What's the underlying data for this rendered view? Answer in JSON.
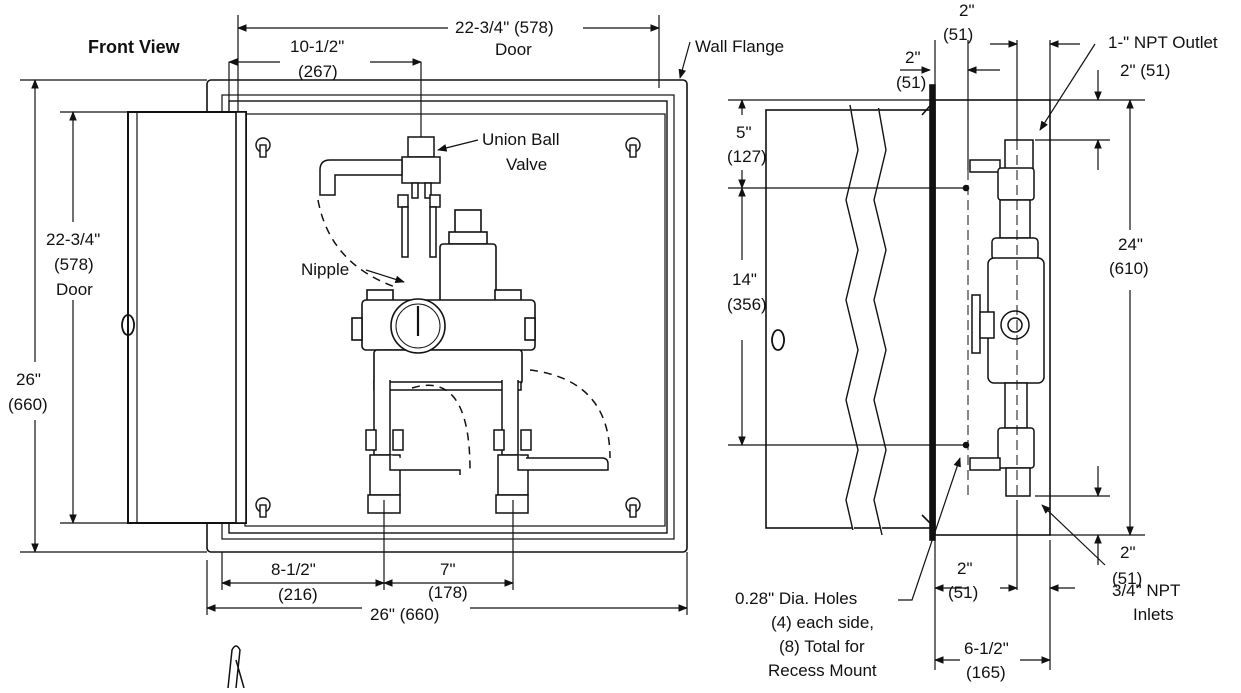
{
  "front_view": {
    "title": "Front View",
    "labels": {
      "door_width": "22-3/4\" (578)",
      "door_word": "Door",
      "valve_offset_1": "10-1/2\"",
      "valve_offset_2": "(267)",
      "wall_flange": "Wall Flange",
      "union_ball_valve_1": "Union Ball",
      "union_ball_valve_2": "Valve",
      "nipple": "Nipple",
      "door_height_1": "22-3/4\"",
      "door_height_2": "(578)",
      "door_height_3": "Door",
      "overall_height_1": "26\"",
      "overall_height_2": "(660)",
      "inlet_left_1": "8-1/2\"",
      "inlet_left_2": "(216)",
      "inlet_spacing_1": "7\"",
      "inlet_spacing_2": "(178)",
      "overall_width": "26\" (660)"
    }
  },
  "side_view": {
    "labels": {
      "top_2in_a": "2\"",
      "top_51_a": "(51)",
      "flange_2in": "2\"",
      "flange_51": "(51)",
      "outlet": "1-\" NPT Outlet",
      "outlet_offset": "2\" (51)",
      "hole_top_1": "5\"",
      "hole_top_2": "(127)",
      "hole_spacing_1": "14\"",
      "hole_spacing_2": "(356)",
      "box_height_1": "24\"",
      "box_height_2": "(610)",
      "bottom_offset_1": "2\"",
      "bottom_offset_2": "(51)",
      "inlet_offset_1": "2\"",
      "inlet_offset_2": "(51)",
      "holes_1": "0.28\" Dia. Holes",
      "holes_2": "(4) each side,",
      "holes_3": "(8) Total for",
      "holes_4": "Recess Mount",
      "inlets_1": "3/4\" NPT",
      "inlets_2": "Inlets",
      "depth_1": "6-1/2\"",
      "depth_2": "(165)"
    }
  }
}
